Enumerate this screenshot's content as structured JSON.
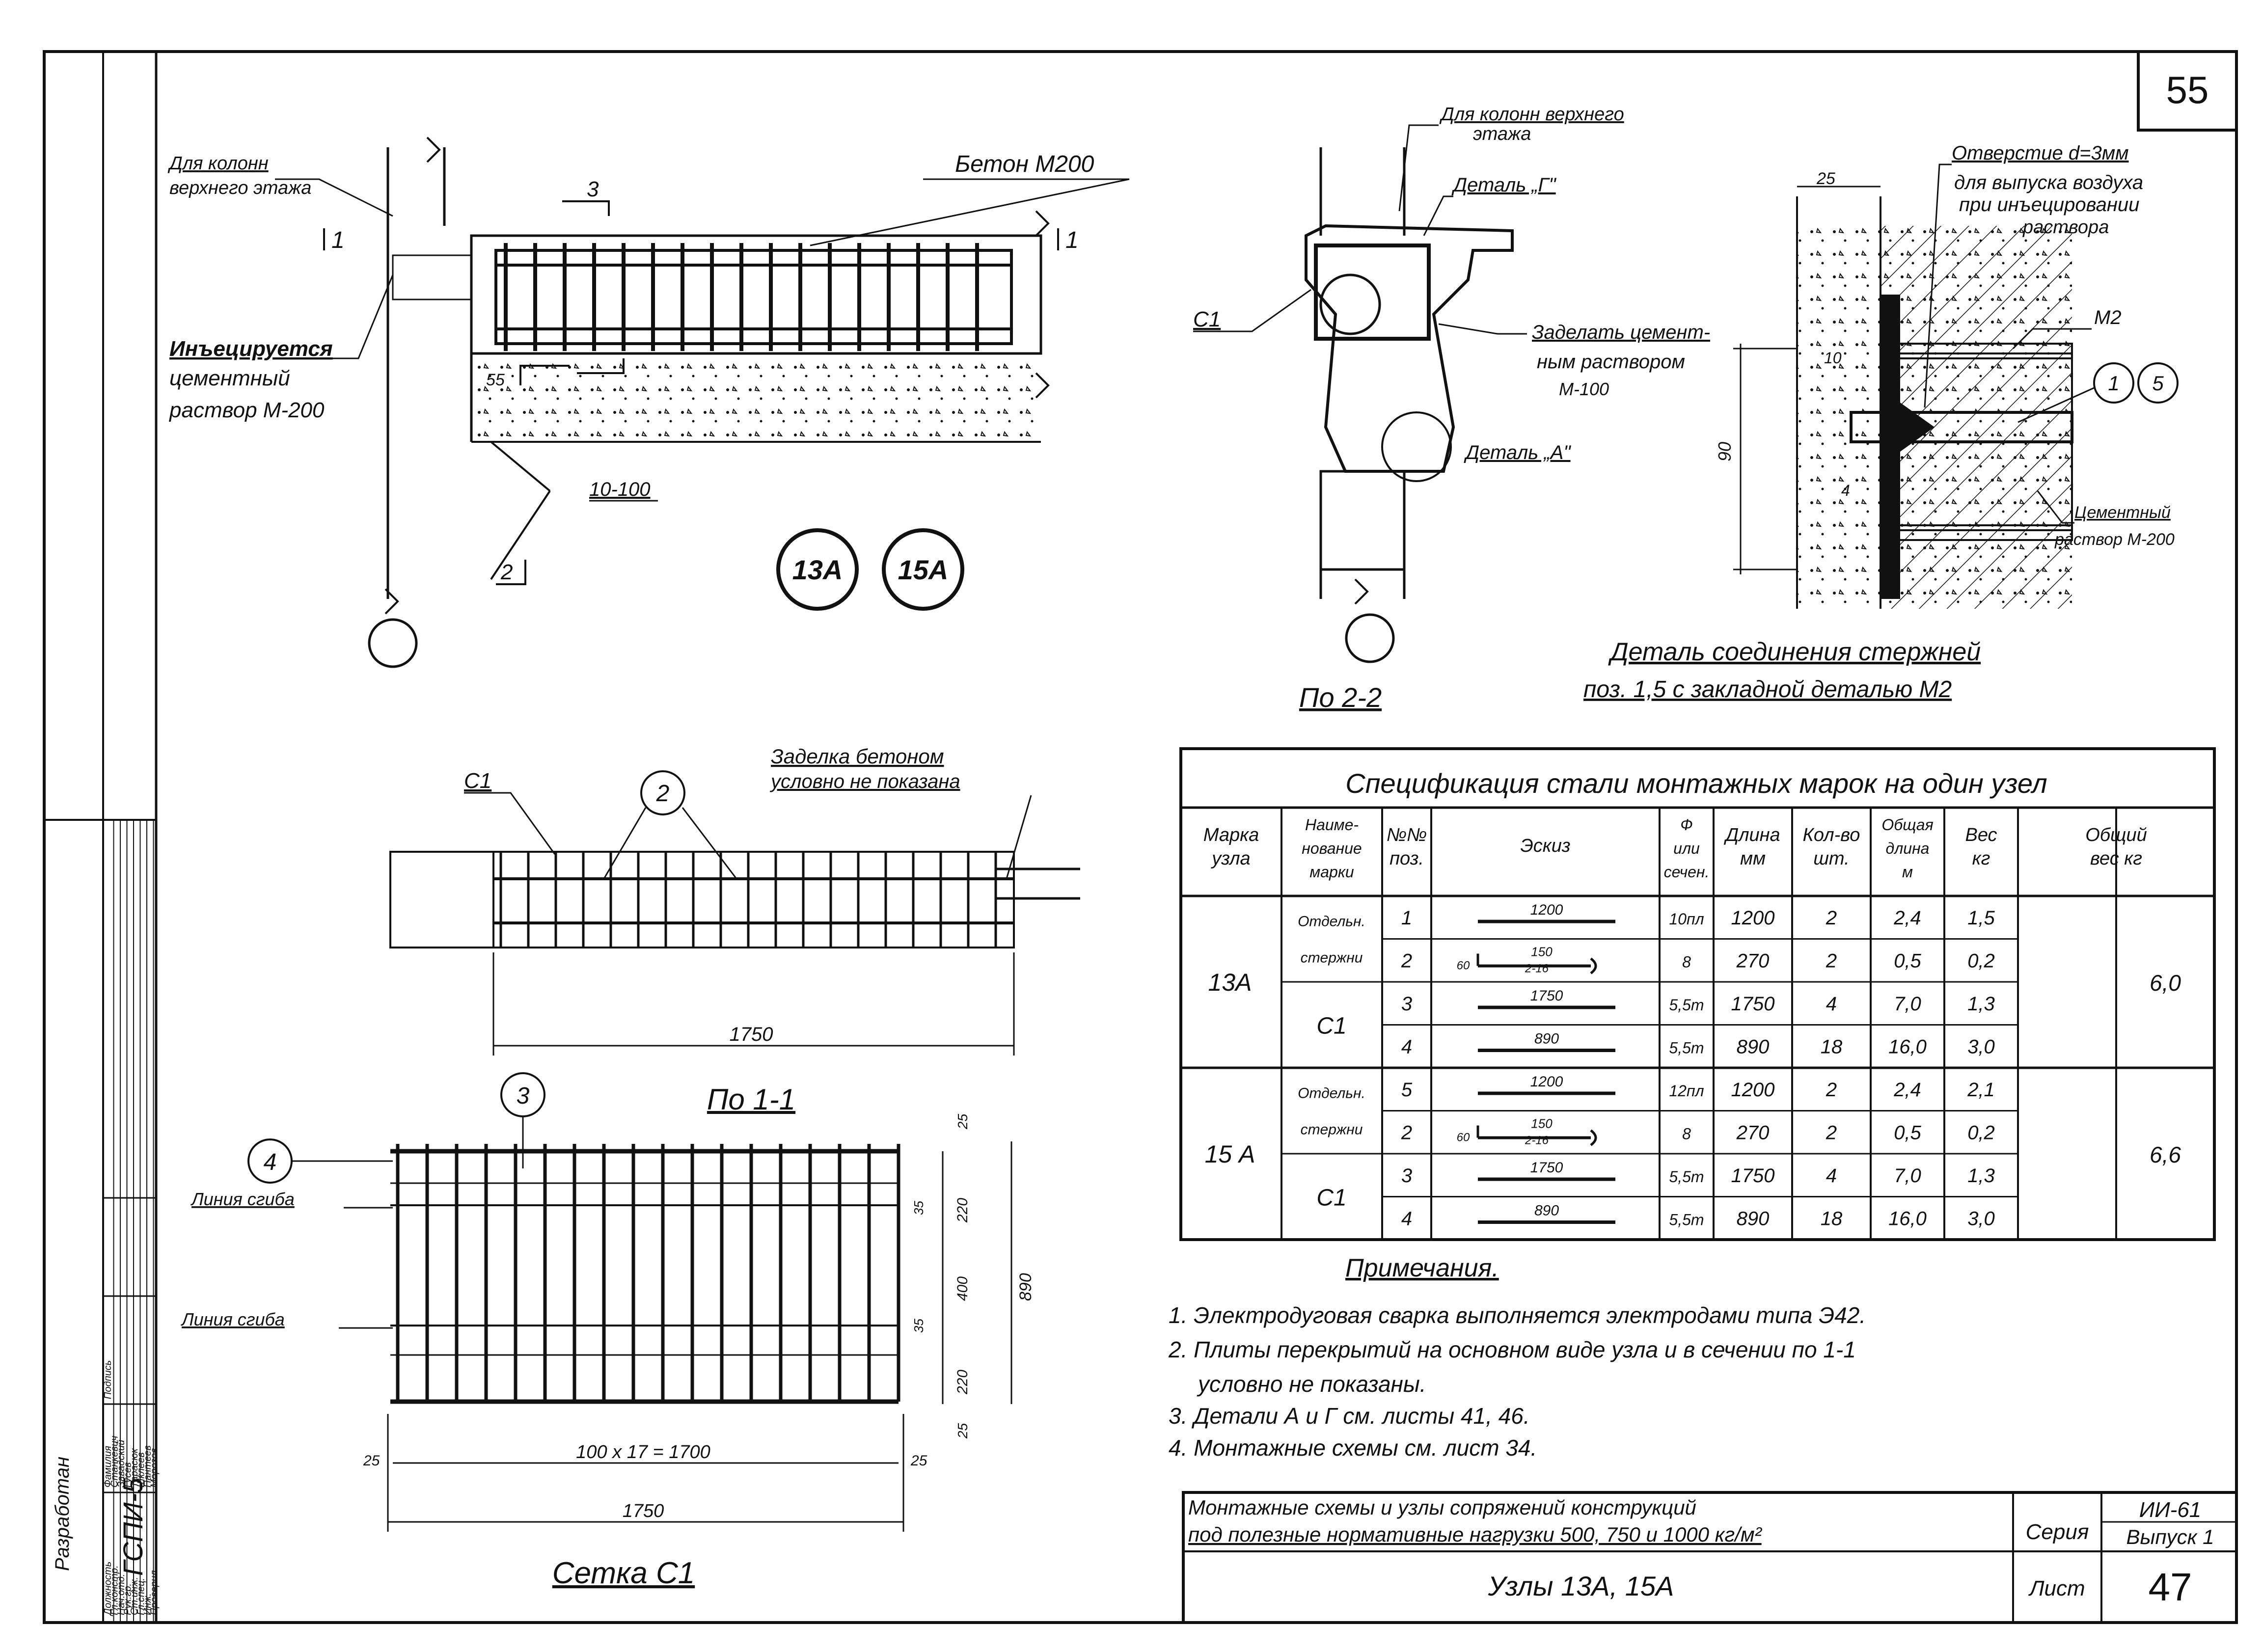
{
  "sheet_number_top": "55",
  "detail_left": {
    "label_upper_column": [
      "Для колонн",
      "верхнего этажа"
    ],
    "label_injected": [
      "Инъецируется",
      "цементный",
      "раствор М-200"
    ],
    "label_concrete": "Бетон М200",
    "dims": {
      "d55": "55",
      "d10_100": "10-100"
    },
    "section_mark_1": "1",
    "section_mark_2": "2",
    "node_marks": [
      "13А",
      "15А"
    ]
  },
  "detail_mid": {
    "label_upper_column": [
      "Для колонн верхнего",
      "этажа"
    ],
    "label_detail_g": "Деталь „Г\"",
    "label_c1": "С1",
    "label_seal": [
      "Заделать цемент-",
      "ным раствором",
      "М-100"
    ],
    "label_detail_a": "Деталь „А\"",
    "caption": "По 2-2"
  },
  "detail_right": {
    "label_hole": [
      "Отверстие d=3мм",
      "для выпуска воздуха",
      "при инъецировании",
      "раствора"
    ],
    "label_m2": "М2",
    "label_mortar": [
      "Цементный",
      "раствор М-200"
    ],
    "dims": {
      "d25": "25",
      "d10": "10",
      "d90": "90",
      "d4": "4"
    },
    "pos_marks": [
      "1",
      "5"
    ],
    "caption": [
      "Деталь соединения стержней",
      "поз. 1,5 с закладной деталью М2"
    ]
  },
  "section_1_1": {
    "label_c1": "С1",
    "label_seal": [
      "Заделка бетоном",
      "условно не показана"
    ],
    "pos_mark": "2",
    "dim_1750": "1750",
    "caption": "По 1-1"
  },
  "mesh_c1": {
    "pos_marks": {
      "top": "3",
      "left": "4"
    },
    "label_bend_line_1": "Линия сгиба",
    "label_bend_line_2": "Линия сгиба",
    "dims": {
      "d25a": "25",
      "d220a": "220",
      "d35a": "35",
      "d400": "400",
      "d35b": "35",
      "d220b": "220",
      "d25b": "25",
      "d890": "890",
      "d25l": "25",
      "d25r": "25",
      "pitch": "100 x 17 = 1700",
      "total": "1750"
    },
    "caption": "Сетка С1"
  },
  "spec_table": {
    "title": "Спецификация стали монтажных марок на один узел",
    "headers": [
      "Марка узла",
      "Наиме-нование марки",
      "№№ поз.",
      "Эскиз",
      "Ф или сечен.",
      "Длина мм",
      "Кол-во шт.",
      "Общая длина м",
      "Вес кг",
      "Общий вес кг"
    ],
    "groups": [
      {
        "node": "13А",
        "total_weight": "6,0",
        "rows": [
          {
            "name": "Отдельн. стержни",
            "pos": "1",
            "sketch": "1200",
            "dia": "10пл",
            "len": "1200",
            "qty": "2",
            "tlen": "2,4",
            "w": "1,5"
          },
          {
            "name": "",
            "pos": "2",
            "sketch": "150 / 60 / 2-16",
            "dia": "8",
            "len": "270",
            "qty": "2",
            "tlen": "0,5",
            "w": "0,2"
          },
          {
            "name": "С1",
            "pos": "3",
            "sketch": "1750",
            "dia": "5,5т",
            "len": "1750",
            "qty": "4",
            "tlen": "7,0",
            "w": "1,3"
          },
          {
            "name": "",
            "pos": "4",
            "sketch": "890",
            "dia": "5,5т",
            "len": "890",
            "qty": "18",
            "tlen": "16,0",
            "w": "3,0"
          }
        ]
      },
      {
        "node": "15 А",
        "total_weight": "6,6",
        "rows": [
          {
            "name": "Отдельн. стержни",
            "pos": "5",
            "sketch": "1200",
            "dia": "12пл",
            "len": "1200",
            "qty": "2",
            "tlen": "2,4",
            "w": "2,1"
          },
          {
            "name": "",
            "pos": "2",
            "sketch": "150 / 60 / 2-16",
            "dia": "8",
            "len": "270",
            "qty": "2",
            "tlen": "0,5",
            "w": "0,2"
          },
          {
            "name": "С1",
            "pos": "3",
            "sketch": "1750",
            "dia": "5,5т",
            "len": "1750",
            "qty": "4",
            "tlen": "7,0",
            "w": "1,3"
          },
          {
            "name": "",
            "pos": "4",
            "sketch": "890",
            "dia": "5,5т",
            "len": "890",
            "qty": "18",
            "tlen": "16,0",
            "w": "3,0"
          }
        ]
      }
    ]
  },
  "notes": {
    "title": "Примечания.",
    "items": [
      "1. Электродуговая сварка выполняется электродами типа Э42.",
      "2. Плиты перекрытий на основном виде узла и в сечении по 1-1",
      "условно не показаны.",
      "3. Детали А и Г см. листы 41, 46.",
      "4. Монтажные схемы см. лист 34."
    ]
  },
  "title_block": {
    "title_line1": "Монтажные схемы и узлы сопряжений конструкций",
    "title_line2": "под полезные нормативные нагрузки 500, 750 и 1000 кг/м²",
    "series_label": "Серия",
    "series_value": "ИИ-61",
    "issue": "Выпуск 1",
    "sheet_label": "Лист",
    "sheet_value": "47",
    "drawing_name": "Узлы 13А, 15А"
  },
  "side_stamp": {
    "org_label": "Разработан",
    "org": "ГСПИ-5",
    "column_headers": [
      "Должность",
      "Фамилия",
      "Подпись"
    ],
    "rows": [
      {
        "role": "Гл.констр.",
        "name": "Станкевич"
      },
      {
        "role": "Нач.отд.",
        "name": "Завадский"
      },
      {
        "role": "Рук.гр.",
        "name": "Гусев"
      },
      {
        "role": "Ст.инж.",
        "name": "Тарасюк"
      },
      {
        "role": "Гл.спец.",
        "name": "Шклеев"
      },
      {
        "role": "Инж.",
        "name": "Пантеев"
      },
      {
        "role": "Проверил",
        "name": "Морозов"
      }
    ]
  }
}
